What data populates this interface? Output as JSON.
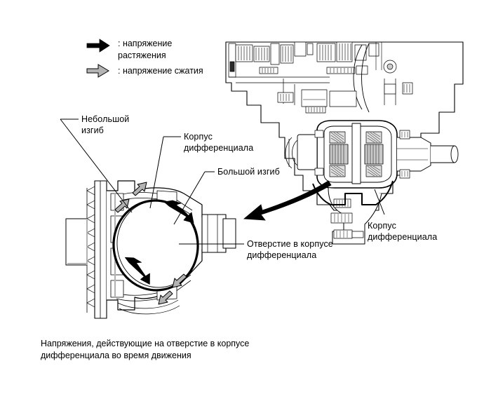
{
  "figure": {
    "caption": "Напряжения, действующие на отверстие в корпусе\nдифференциала во время движения",
    "background_color": "#ffffff",
    "line_color": "#000000",
    "tension_arrow_color": "#000000",
    "compression_arrow_fill": "#b3b3b3",
    "compression_arrow_stroke": "#000000",
    "shading_color": "#d9d9d9"
  },
  "legend": {
    "items": [
      {
        "icon": "solid-black-arrow-icon",
        "text": ": напряжение\nрастяжения",
        "color": "#000000"
      },
      {
        "icon": "gray-outline-arrow-icon",
        "text": ": напряжение сжатия",
        "color": "#b3b3b3"
      }
    ]
  },
  "callouts": {
    "small_bend": "Небольшой\nизгиб",
    "differential_case_left": "Корпус\nдифференциала",
    "large_bend": "Большой изгиб",
    "case_hole": "Отверстие в корпусе\nдифференциала",
    "differential_case_right": "Корпус\nдифференциала"
  },
  "views": {
    "detail_view": "differential-case-detail",
    "cross_section_view": "transaxle-cross-section",
    "link_arrow": "detail-reference-arrow"
  }
}
